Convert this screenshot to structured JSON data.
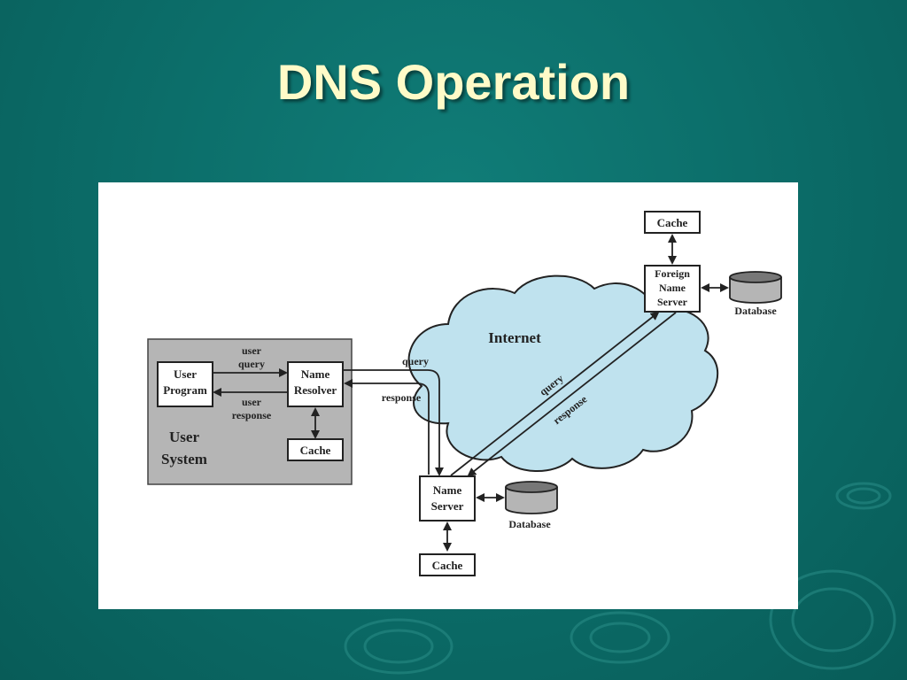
{
  "slide": {
    "title": "DNS Operation"
  },
  "diagram": {
    "user_system": {
      "label_line1": "User",
      "label_line2": "System",
      "user_program": {
        "line1": "User",
        "line2": "Program"
      },
      "name_resolver": {
        "line1": "Name",
        "line2": "Resolver"
      },
      "cache": "Cache",
      "user_query": {
        "line1": "user",
        "line2": "query"
      },
      "user_response": {
        "line1": "user",
        "line2": "response"
      }
    },
    "internet": "Internet",
    "resolver_query": "query",
    "resolver_response": "response",
    "name_server": {
      "line1": "Name",
      "line2": "Server",
      "database": "Database",
      "cache": "Cache"
    },
    "foreign_name_server": {
      "line1": "Foreign",
      "line2": "Name",
      "line3": "Server",
      "database": "Database",
      "cache": "Cache"
    },
    "remote_query": "query",
    "remote_response": "response"
  },
  "colors": {
    "background": "#0b6b67",
    "title": "#fffbc8",
    "cloud": "#bfe2ee",
    "user_system_panel": "#b5b5b5",
    "database_top": "#777777"
  }
}
